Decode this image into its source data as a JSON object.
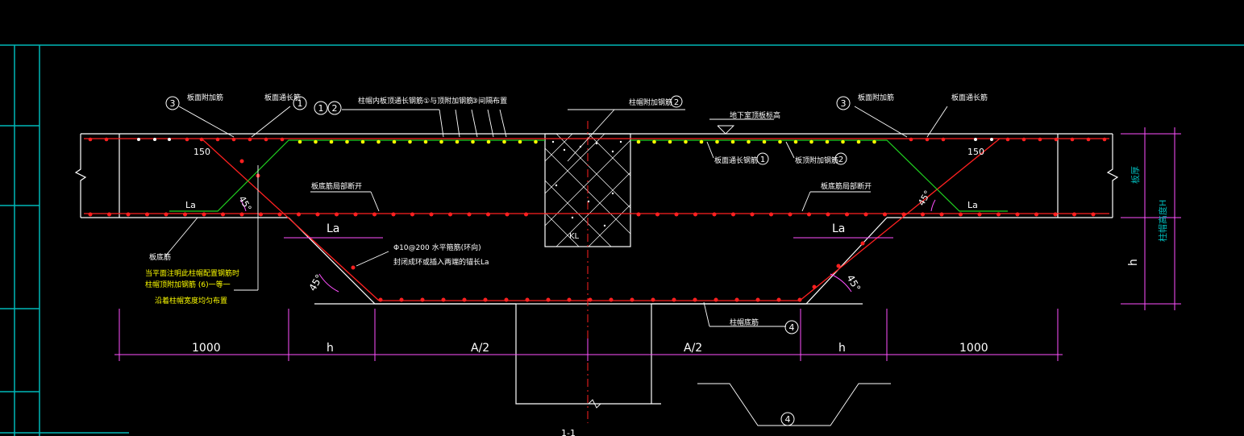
{
  "labels": {
    "slab_top_extra_bar_left": "板面附加筋",
    "slab_top_through_bar_left": "板面通长筋",
    "column_cap_top_note": "柱帽内板顶通长钢筋①与顶附加钢筋",
    "top_bar_spacing": "③间隔布置",
    "column_cap_extra_bar": "柱帽附加钢筋",
    "basement_top_elev": "地下室顶板标高",
    "slab_top_extra_bar_right": "板面附加筋",
    "slab_top_through_bar_right": "板面通长筋",
    "slab_top_long_bar": "板面通长钢筋",
    "slab_top_extra_bar_2": "板顶附加钢筋",
    "slab_bottom_cut_left": "板底筋局部断开",
    "slab_bottom_cut_right": "板底筋局部断开",
    "slab_bottom_bar": "板底筋",
    "stirrup_spec": "Φ10@200  水平箍筋(环向)",
    "stirrup_note": "封闭成环或插入两端的锚长La",
    "yellow_note_1": "当平面注明此柱帽配置钢筋时",
    "yellow_note_2": "柱帽顶附加钢筋      (6)一等一",
    "yellow_note_3": "沿着柱帽宽度均匀布置",
    "cap_bottom_bar": "柱帽底筋",
    "slab_thickness": "板厚",
    "cap_height": "柱帽高度H",
    "kl": "KL",
    "section_title": "1-1"
  },
  "markers": {
    "m1": "1",
    "m2": "2",
    "m3": "3",
    "m4": "4"
  },
  "text": {
    "len_150_left": "150",
    "len_150_right": "150",
    "la": "La",
    "angle_45": "45°",
    "h": "h",
    "dim_1000": "1000",
    "dim_h": "h",
    "dim_a2": "A/2"
  },
  "colors": {
    "cyan": "#00b8b8",
    "red": "#ff2020",
    "white": "#ffffff",
    "magenta": "#ff50ff",
    "green": "#20d020",
    "yellow": "#ffff00"
  }
}
